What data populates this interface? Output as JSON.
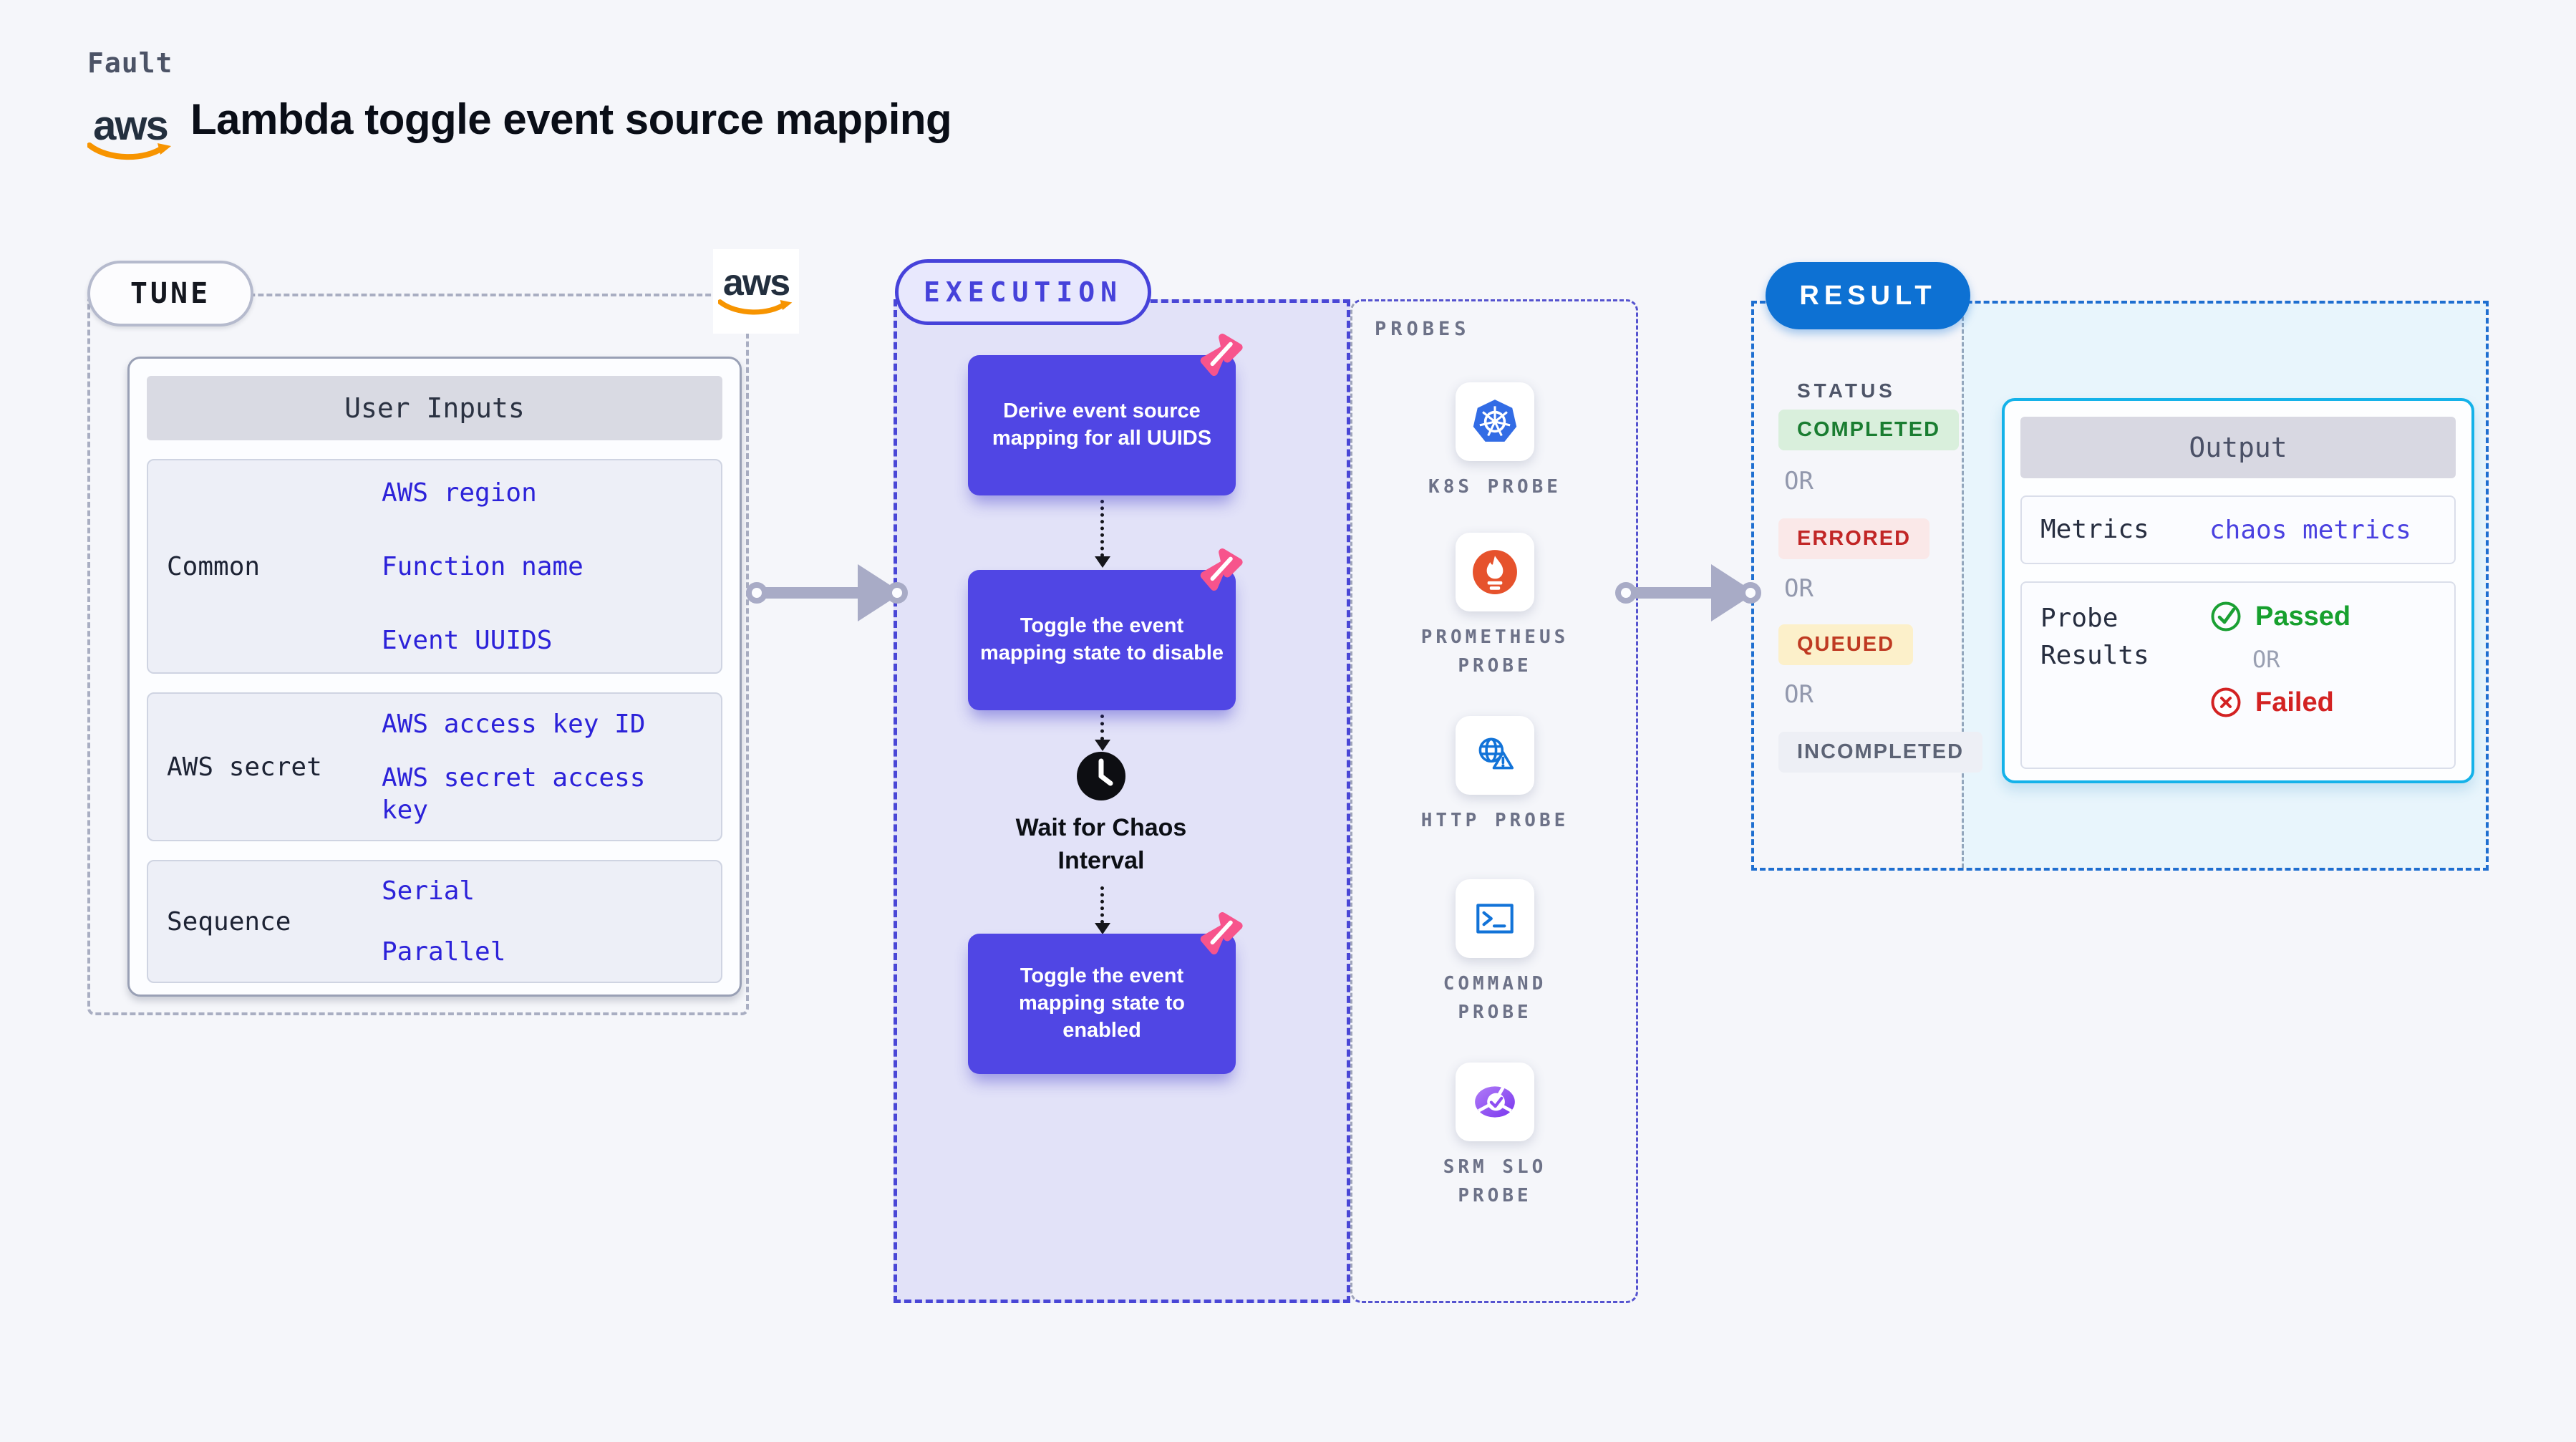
{
  "colors": {
    "accent_indigo": "#5046e4",
    "execution_border": "#4642da",
    "result_blue": "#0d71d3",
    "output_border": "#14b2e9",
    "link_blue": "#2c22d9",
    "aws_orange": "#f79400",
    "fault_pink": "#f7548c",
    "passed_green": "#17a02e",
    "failed_red": "#d32222",
    "k8s_blue": "#326ce5",
    "prometheus_orange": "#e6522c",
    "srm_purple": "#8e4ef2"
  },
  "header": {
    "fault_label": "Fault",
    "brand": "aws",
    "title": "Lambda toggle event source mapping"
  },
  "tune": {
    "pill": "TUNE",
    "table": {
      "header": "User Inputs",
      "rows": [
        {
          "label": "Common",
          "links": [
            "AWS region",
            "Function name",
            "Event UUIDS"
          ]
        },
        {
          "label": "AWS secret",
          "links": [
            "AWS access key ID",
            "AWS secret access key"
          ]
        },
        {
          "label": "Sequence",
          "links": [
            "Serial",
            "Parallel"
          ]
        }
      ]
    }
  },
  "execution": {
    "pill": "EXECUTION",
    "steps": [
      "Derive event source mapping for all UUIDS",
      "Toggle the event mapping state to disable",
      "Toggle the event mapping state to enabled"
    ],
    "wait_label": "Wait for Chaos Interval"
  },
  "probes": {
    "title": "PROBES",
    "items": [
      {
        "icon": "k8s-icon",
        "label": "K8S PROBE"
      },
      {
        "icon": "prometheus-icon",
        "label": "PROMETHEUS PROBE"
      },
      {
        "icon": "http-icon",
        "label": "HTTP PROBE"
      },
      {
        "icon": "command-icon",
        "label": "COMMAND PROBE"
      },
      {
        "icon": "srm-slo-icon",
        "label": "SRM SLO PROBE"
      }
    ]
  },
  "result": {
    "pill": "RESULT",
    "status_title": "STATUS",
    "or_label": "OR",
    "statuses": [
      {
        "label": "COMPLETED",
        "bg": "#d9efdc",
        "color": "#1a7d31"
      },
      {
        "label": "ERRORED",
        "bg": "#fae8e8",
        "color": "#c12626"
      },
      {
        "label": "QUEUED",
        "bg": "#fcf0ca",
        "color": "#bf3a22"
      },
      {
        "label": "INCOMPLETED",
        "bg": "#edeff5",
        "color": "#5c6375"
      }
    ],
    "output": {
      "header": "Output",
      "metrics_label": "Metrics",
      "metrics_value": "chaos metrics",
      "probe_results_label": "Probe Results",
      "passed": "Passed",
      "or": "OR",
      "failed": "Failed"
    }
  }
}
